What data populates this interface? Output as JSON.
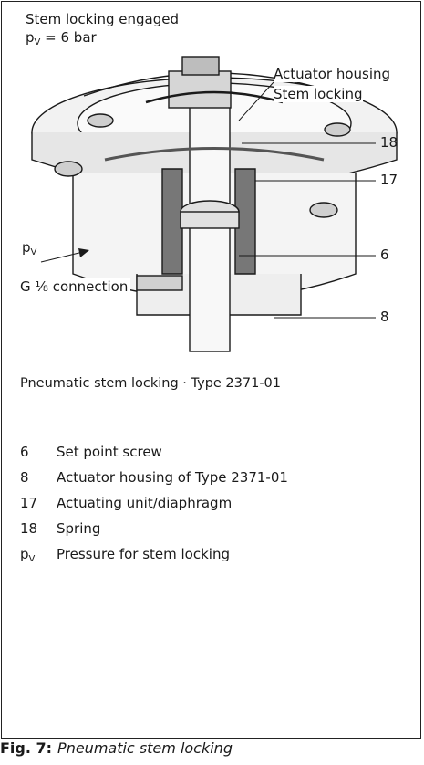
{
  "drawing": {
    "state_label": "Stem locking engaged",
    "pressure": {
      "symbol": "p",
      "subscript": "V",
      "value": "= 6 bar"
    },
    "callout_housing": "Actuator housing",
    "callout_stem": "Stem locking",
    "pv_label": {
      "symbol": "p",
      "subscript": "V"
    },
    "connection_label": "G ¹⁄₈ connection",
    "numbers": {
      "n18": "18",
      "n17": "17",
      "n6": "6",
      "n8": "8"
    }
  },
  "title": "Pneumatic stem locking · Type 2371-01",
  "legend": [
    {
      "num": "6",
      "text": "Set point screw"
    },
    {
      "num": "8",
      "text": "Actuator housing of Type 2371-01"
    },
    {
      "num": "17",
      "text": "Actuating unit/diaphragm"
    },
    {
      "num": "18",
      "text": "Spring"
    }
  ],
  "legend_pv": {
    "symbol": "p",
    "subscript": "V",
    "text": "Pressure for stem locking"
  },
  "figure": {
    "label": "Fig. 7:",
    "caption": "Pneumatic stem locking"
  }
}
